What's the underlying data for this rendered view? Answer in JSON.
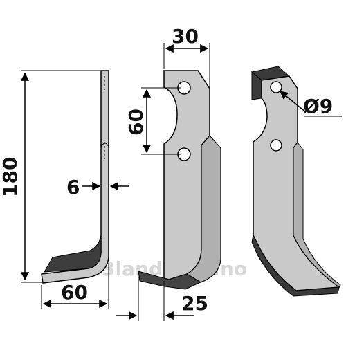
{
  "colors": {
    "blade_fill": "#c9c9c9",
    "blade_shadow": "#9a9a9a",
    "edge_dark": "#3a3a3a",
    "outline": "#000000",
    "background": "#ffffff",
    "watermark": "#bdbdbd"
  },
  "side_view": {
    "height_dim": "180",
    "thickness_dim": "6",
    "length_dim": "60"
  },
  "front_view": {
    "width_dim": "30",
    "hole_spacing_dim": "60",
    "offset_dim": "25"
  },
  "iso_view": {
    "hole_diameter_dim": "Ø9"
  },
  "watermark": "123landbruk.no"
}
